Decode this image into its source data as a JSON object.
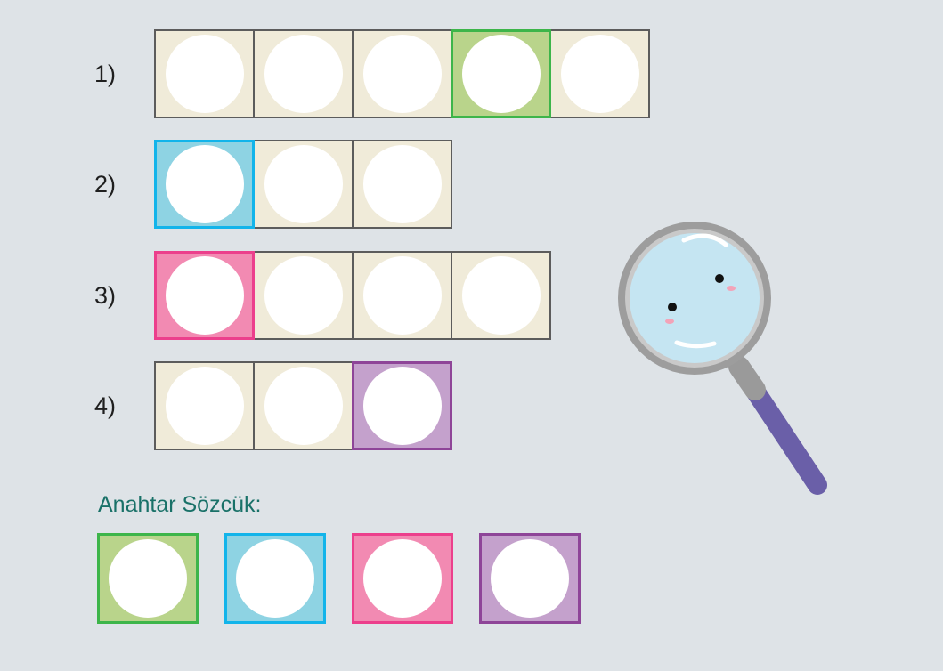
{
  "colors": {
    "background": "#dee3e7",
    "cell_fill": "#f0ebd9",
    "cell_border": "#5c5c5c",
    "circle": "#ffffff",
    "green": {
      "fill": "#b9d48b",
      "border": "#3db54a"
    },
    "blue": {
      "fill": "#8ed3e3",
      "border": "#12b4ea"
    },
    "pink": {
      "fill": "#f28ab2",
      "border": "#ec3f8c"
    },
    "purple": {
      "fill": "#c4a1cc",
      "border": "#8e4598"
    },
    "key_title": "#197168"
  },
  "rows": [
    {
      "label": "1)",
      "cells": [
        "plain",
        "plain",
        "plain",
        "green",
        "plain"
      ]
    },
    {
      "label": "2)",
      "cells": [
        "blue",
        "plain",
        "plain"
      ]
    },
    {
      "label": "3)",
      "cells": [
        "pink",
        "plain",
        "plain",
        "plain"
      ]
    },
    {
      "label": "4)",
      "cells": [
        "plain",
        "plain",
        "purple"
      ]
    }
  ],
  "key": {
    "title": "Anahtar Sözcük:",
    "boxes": [
      "green",
      "blue",
      "pink",
      "purple"
    ]
  },
  "illustration": {
    "icon": "magnifying-glass-icon"
  }
}
